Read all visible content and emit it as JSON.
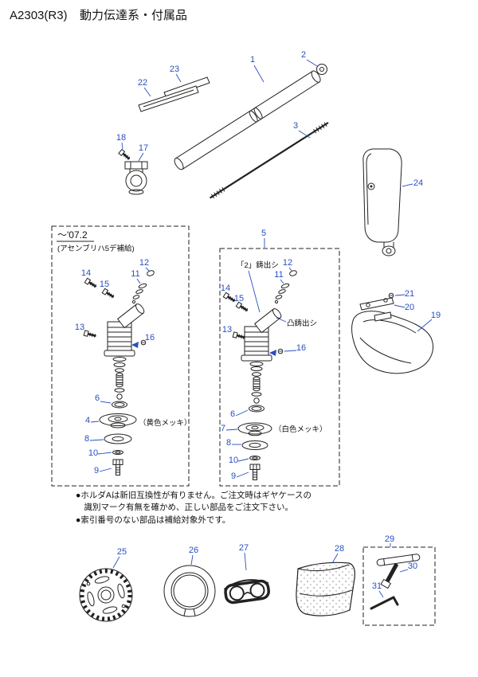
{
  "header": {
    "code": "A2303(R3)",
    "title": "動力伝達系・付属品"
  },
  "left_box": {
    "title": "～'07.2",
    "subtitle": "(アセンブリハ5デ補給)",
    "plating": "（黄色メッキ）"
  },
  "right_box": {
    "cast_mark": "「2」鋳出シ",
    "boss_mark": "凸鋳出シ",
    "plating": "（白色メッキ）"
  },
  "notes": {
    "line1": "●ホルダAは新旧互換性が有りません。ご注文時はギヤケースの",
    "line2": "　識別マーク有無を確かめ、正しい部品をご注文下さい。",
    "line3": "●索引番号のない部品は補給対象外です。"
  },
  "callouts": {
    "n1": "1",
    "n2": "2",
    "n3": "3",
    "n4": "4",
    "n5": "5",
    "n6": "6",
    "n7": "7",
    "n8": "8",
    "n9": "9",
    "n10": "10",
    "n11": "11",
    "n12": "12",
    "n13": "13",
    "n14": "14",
    "n15": "15",
    "n16": "16",
    "n17": "17",
    "n18": "18",
    "n19": "19",
    "n20": "20",
    "n21": "21",
    "n22": "22",
    "n23": "23",
    "n24": "24",
    "n25": "25",
    "n26": "26",
    "n27": "27",
    "n28": "28",
    "n29": "29",
    "n30": "30",
    "n31": "31"
  }
}
